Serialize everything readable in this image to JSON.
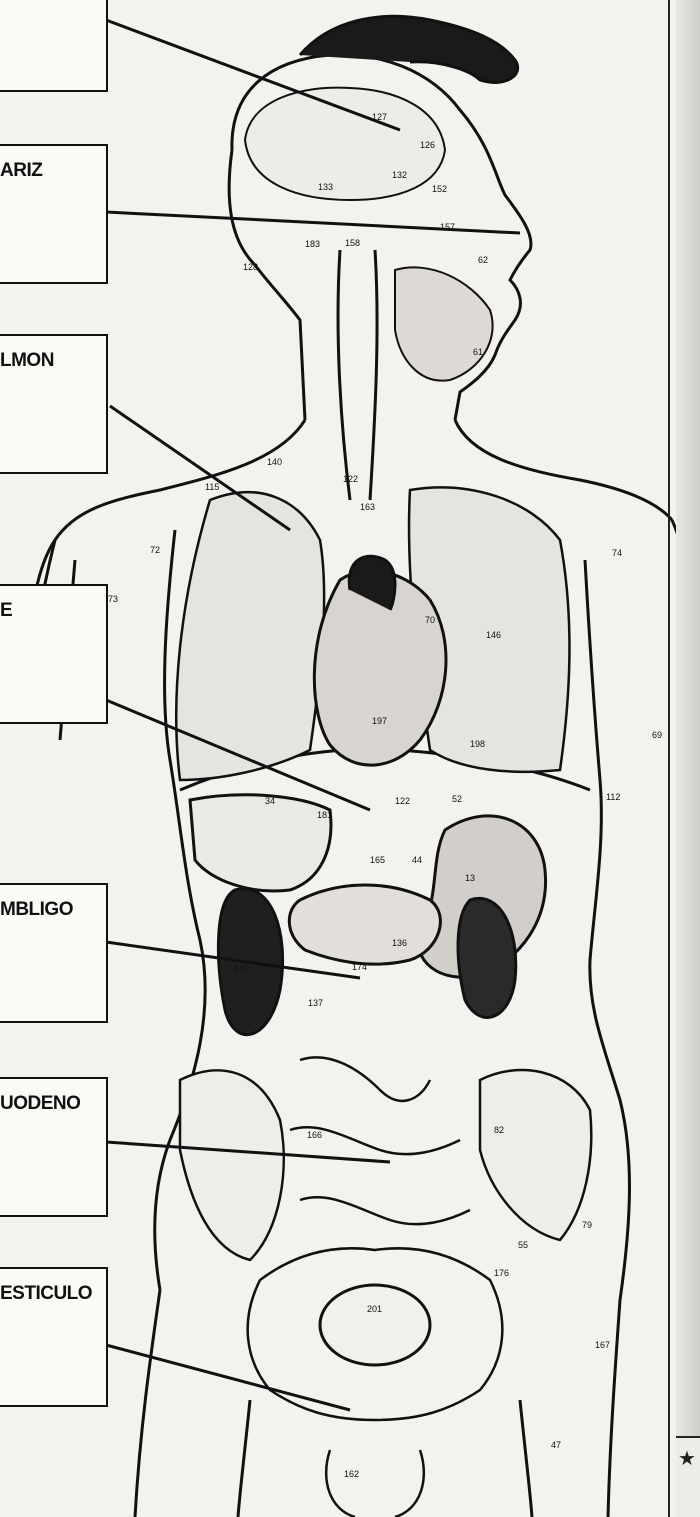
{
  "labels": {
    "nariz": "ARIZ",
    "pulmon": "LMON",
    "e": "E",
    "ombligo": "MBLIGO",
    "duodeno": "UODENO",
    "testiculo": "ESTICULO"
  },
  "numbers": {
    "n127": "127",
    "n126": "126",
    "n133": "133",
    "n132": "132",
    "n152": "152",
    "n157": "157",
    "n158": "158",
    "n183": "183",
    "n128": "128",
    "n62": "62",
    "n61": "61",
    "n140": "140",
    "n115": "115",
    "n122a": "122",
    "n163": "163",
    "n72": "72",
    "n73": "73",
    "n74": "74",
    "n70": "70",
    "n146": "146",
    "n197": "197",
    "n198": "198",
    "n69": "69",
    "n112": "112",
    "n34": "34",
    "n181": "181",
    "n122b": "122",
    "n52": "52",
    "n165": "165",
    "n44": "44",
    "n13": "13",
    "n136": "136",
    "n149": "149",
    "n174": "174",
    "n137": "137",
    "n166": "166",
    "n82": "82",
    "n79": "79",
    "n55": "55",
    "n201": "201",
    "n176": "176",
    "n167": "167",
    "n162": "162",
    "n47": "47"
  },
  "corner": {
    "icon": "star-icon",
    "glyph": "★"
  },
  "colors": {
    "ink": "#111111",
    "paper": "#f4f2ee",
    "box": "#fbfaf7"
  }
}
